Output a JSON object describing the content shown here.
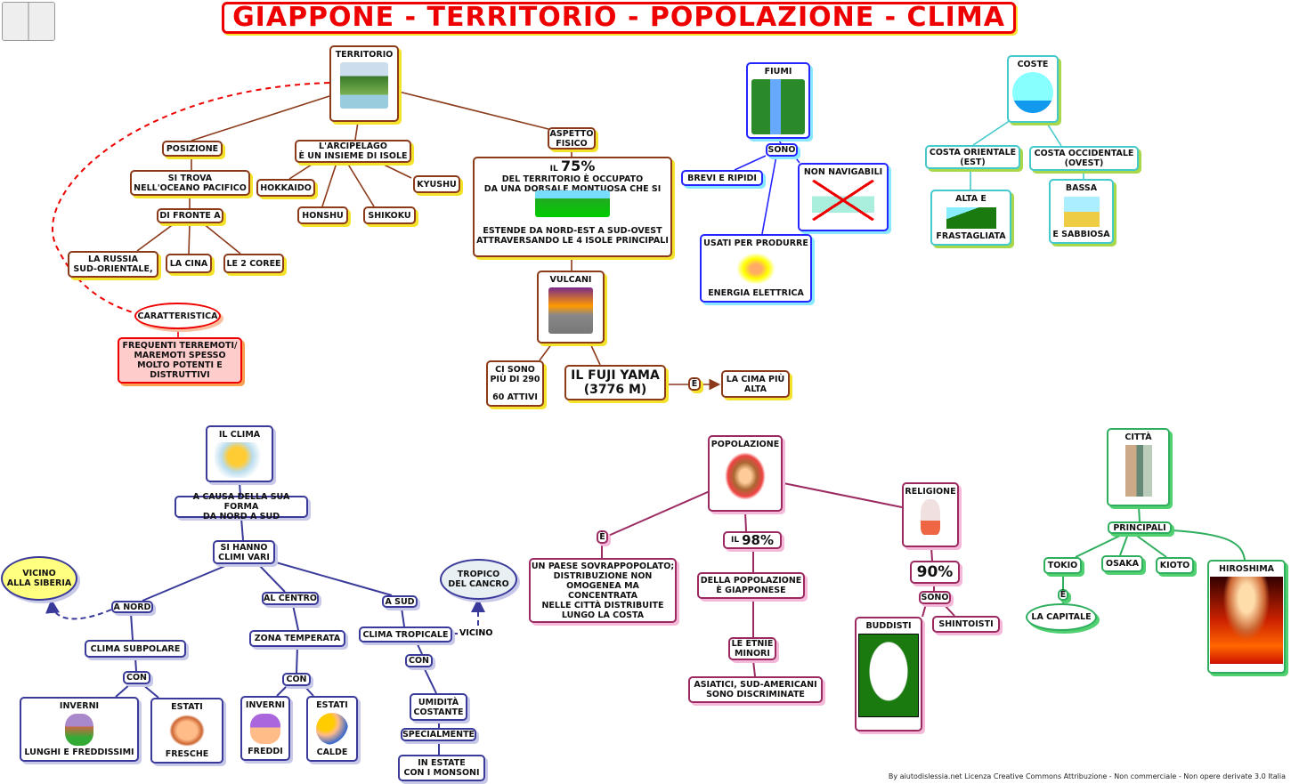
{
  "title": "GIAPPONE - TERRITORIO - POPOLAZIONE - CLIMA",
  "credit": "By aiutodislessia.net Licenza Creative Commons Attribuzione - Non commerciale - Non opere derivate 3.0 Italia",
  "territorio": {
    "root": "TERRITORIO",
    "posizione": "POSIZIONE",
    "si_trova": "SI TROVA\nNELL'OCEANO PACIFICO",
    "di_fronte": "DI FRONTE A",
    "russia": "LA  RUSSIA\nSUD-ORIENTALE,",
    "cina": "LA CINA",
    "coree": "LE 2 COREE",
    "arcipelago": "L'ARCIPELAGO\nÈ UN INSIEME DI ISOLE",
    "hokkaido": "HOKKAIDO",
    "honshu": "HONSHU",
    "shikoku": "SHIKOKU",
    "kyushu": "KYUSHU",
    "caratteristica": "CARATTERISTICA",
    "frequenti": "FREQUENTI TERREMOTI/\nMAREMOTI SPESSO\nMOLTO POTENTI E\nDISTRUTTIVI",
    "aspetto": "ASPETTO\nFISICO",
    "pct_prefix": "IL",
    "pct": "75%",
    "occupato": "DEL TERRITORIO È OCCUPATO\nDA UNA DORSALE MONTUOSA CHE SI",
    "estende": "ESTENDE DA NORD-EST A SUD-OVEST\nATTRAVERSANDO LE 4 ISOLE PRINCIPALI",
    "vulcani": "VULCANI",
    "ci_sono": "CI SONO\nPIÙ DI 290",
    "attivi": "60 ATTIVI",
    "fuji": "IL FUJI YAMA\n(3776 M)",
    "e": "È",
    "cima": "LA CIMA PIÙ\nALTA"
  },
  "fiumi": {
    "root": "FIUMI",
    "sono": "SONO",
    "brevi": "BREVI E RIPIDI",
    "non_nav": "NON NAVIGABILI",
    "usati": "USATI PER PRODURRE",
    "energia": "ENERGIA ELETTRICA"
  },
  "coste": {
    "root": "COSTE",
    "orientale": "COSTA ORIENTALE\n(EST)",
    "occidentale": "COSTA OCCIDENTALE\n(OVEST)",
    "alta": "ALTA E",
    "frastagliata": "FRASTAGLIATA",
    "bassa": "BASSA",
    "sabbiosa": "E SABBIOSA"
  },
  "clima": {
    "root": "IL CLIMA",
    "a_causa": "A CAUSA DELLA SUA FORMA\nDA NORD A SUD",
    "si_hanno": "SI HANNO\nCLIMI VARI",
    "siberia": "VICINO\nALLA SIBERIA",
    "a_nord": "A NORD",
    "al_centro": "AL CENTRO",
    "a_sud": "A SUD",
    "subpolare": "CLIMA SUBPOLARE",
    "temperata": "ZONA TEMPERATA",
    "tropicale": "CLIMA TROPICALE",
    "vicino": "VICINO",
    "tropico": "TROPICO\nDEL CANCRO",
    "con": "CON",
    "inverni": "INVERNI",
    "lunghi": "LUNGHI E FREDDISSIMI",
    "estati": "ESTATI",
    "fresche": "FRESCHE",
    "freddi": "FREDDI",
    "calde": "CALDE",
    "umidita": "UMIDITÀ\nCOSTANTE",
    "specialmente": "SPECIALMENTE",
    "monsoni": "IN ESTATE\nCON I  MONSONI"
  },
  "popolazione": {
    "root": "POPOLAZIONE",
    "e": "È",
    "paese": "UN PAESE SOVRAPPOPOLATO;\nDISTRIBUZIONE NON\nOMOGENEA MA\nCONCENTRATA\nNELLE CITTÀ DISTRIBUITE\nLUNGO LA COSTA",
    "pct_prefix": "IL",
    "pct": "98%",
    "della": "DELLA POPOLAZIONE\nÈ GIAPPONESE",
    "etnie": "LE ETNIE\nMINORI",
    "asiatici": "ASIATICI, SUD-AMERICANI\nSONO DISCRIMINATE",
    "religione": "RELIGIONE",
    "pct90": "90%",
    "sono": "SONO",
    "buddisti": "BUDDISTI",
    "shintoisti": "SHINTOISTI"
  },
  "citta": {
    "root": "CITTÀ",
    "principali": "PRINCIPALI",
    "tokio": "TOKIO",
    "osaka": "OSAKA",
    "kioto": "KIOTO",
    "hiroshima": "HIROSHIMA",
    "e": "È",
    "capitale": "LA CAPITALE"
  },
  "colors": {
    "territorio": "#8b3a1a",
    "fiumi": "#2525ff",
    "coste": "#44c9cc",
    "clima": "#3a3a9a",
    "popolazione": "#9a2a60",
    "citta": "#2fae5e",
    "title": "#ee0000"
  }
}
